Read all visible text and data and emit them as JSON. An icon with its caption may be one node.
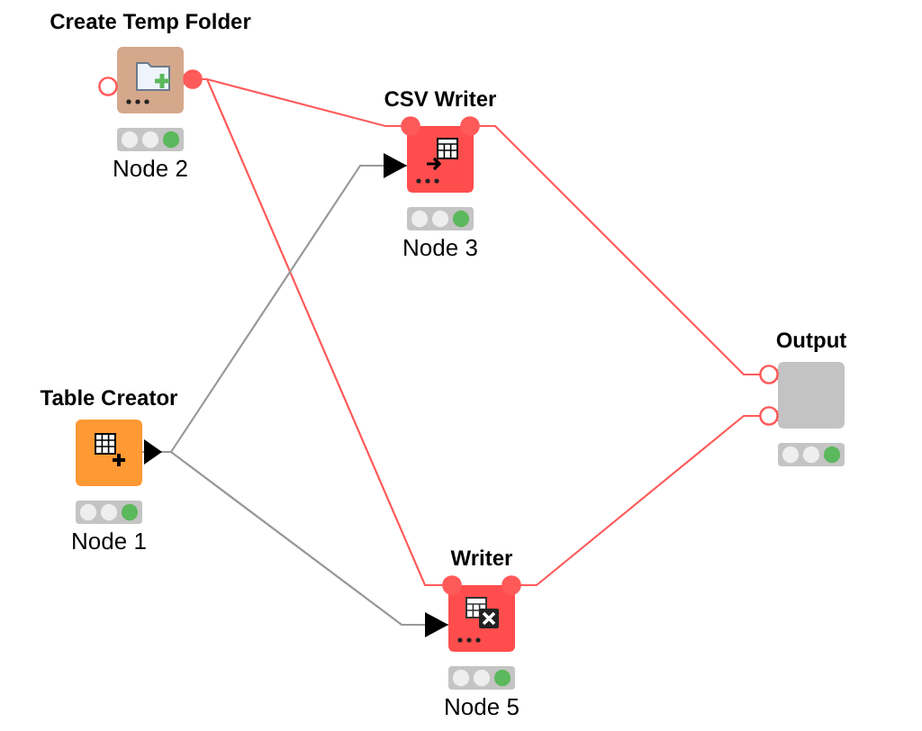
{
  "diagram": {
    "nodes": [
      {
        "text": [
          "Create Temp Folder"
        ],
        "beside": [
          "Node 2"
        ]
      },
      {
        "text": [
          "CSV Writer"
        ],
        "beside": [
          "Node 3"
        ]
      },
      {
        "text": [
          "Table Creator"
        ],
        "beside": [
          "Node 1"
        ]
      },
      {
        "text": [
          "Output"
        ]
      },
      {
        "text": [
          "Writer"
        ],
        "beside": [
          "Node 5"
        ]
      }
    ],
    "edges": [
      {
        "from": 0,
        "to": 1,
        "arrow": "other"
      },
      {
        "from": 0,
        "to": 4,
        "arrow": "other"
      },
      {
        "from": 2,
        "to": 1,
        "arrow": "to",
        "color": "#999999"
      },
      {
        "from": 2,
        "to": 4,
        "arrow": "to",
        "color": "#999999"
      },
      {
        "from": 1,
        "to": 3,
        "arrow": "other"
      },
      {
        "from": 4,
        "to": 3,
        "arrow": "other"
      }
    ]
  }
}
